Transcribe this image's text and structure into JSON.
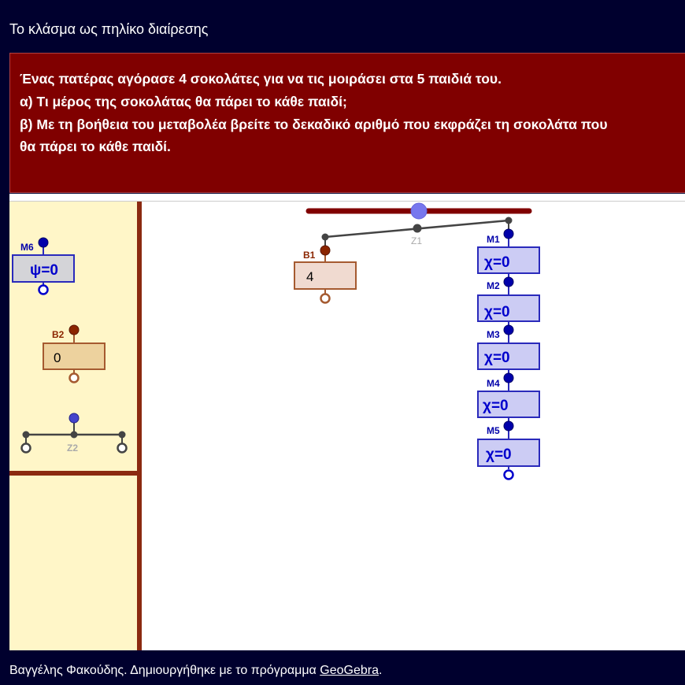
{
  "page": {
    "title": "Το κλάσμα ως πηλίκο διαίρεσης"
  },
  "task": {
    "line1": "Ένας πατέρας αγόρασε 4 σοκολάτες για να τις μοιράσει στα 5 παιδιά του.",
    "line2": "α) Τι μέρος της σοκολάτας θα πάρει το κάθε παιδί;",
    "line3": "β) Με τη βοήθεια του μεταβολέα βρείτε το δεκαδικό αριθμό που εκφράζει τη σοκολάτα που",
    "line4": "θα πάρει το κάθε παιδί."
  },
  "applet": {
    "m6": {
      "label": "M6",
      "value": "ψ=0"
    },
    "b2": {
      "label": "B2",
      "value": "0"
    },
    "z2": {
      "label": "Z2"
    },
    "b1": {
      "label": "B1",
      "value": "4"
    },
    "z1": {
      "label": "Z1"
    },
    "slider": {
      "level": 0.5
    },
    "m_blocks": [
      {
        "label": "M1",
        "value": "χ=0"
      },
      {
        "label": "M2",
        "value": "χ=0"
      },
      {
        "label": "M3",
        "value": "χ=0"
      },
      {
        "label": "M4",
        "value": "χ=0"
      },
      {
        "label": "M5",
        "value": "χ=0"
      }
    ]
  },
  "colors": {
    "header_bg": "#00002e",
    "task_bg": "#800000",
    "sidebar_bg": "#fff6c8",
    "divider": "#8b2a10",
    "slider_track": "#800000",
    "slider_knob": "#7777ee",
    "m_block_fill": "#ccccf4",
    "m_block_stroke": "#2a2abb",
    "m_text": "#0000cc",
    "b2_fill": "#edd29e",
    "b1_fill": "#f0dad0",
    "b_stroke": "#a55a30"
  },
  "footer": {
    "text": "Βαγγέλης Φακούδης. Δημιουργήθηκε με το πρόγραμμα ",
    "link": "GeoGebra",
    "end": "."
  }
}
